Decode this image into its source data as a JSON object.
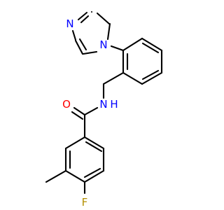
{
  "molecule": {
    "atoms": {
      "n_imidazole_top": "N",
      "n_imidazole_link": "N",
      "n_amide": "N",
      "h_amide": "H",
      "o_carbonyl": "O",
      "f_substituent": "F"
    },
    "colors": {
      "bond": "#000000",
      "nitrogen": "#0000ff",
      "oxygen": "#ff0000",
      "fluorine": "#b38f00"
    }
  }
}
